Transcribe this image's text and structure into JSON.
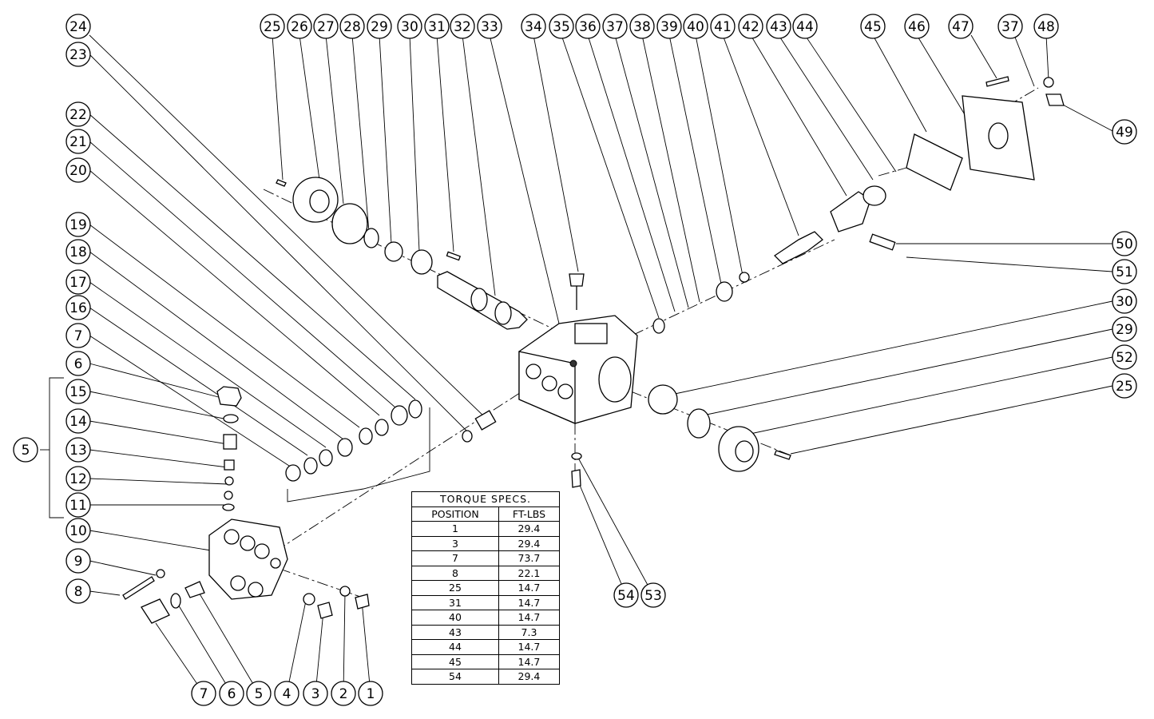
{
  "callouts": [
    "24",
    "23",
    "22",
    "21",
    "20",
    "19",
    "18",
    "17",
    "16",
    "7",
    "6",
    "15",
    "14",
    "13",
    "12",
    "11",
    "5",
    "10",
    "9",
    "8",
    "25",
    "26",
    "27",
    "28",
    "29",
    "30",
    "31",
    "32",
    "33",
    "34",
    "35",
    "36",
    "37",
    "38",
    "39",
    "40",
    "41",
    "42",
    "43",
    "44",
    "45",
    "46",
    "47",
    "37",
    "48",
    "49",
    "50",
    "51",
    "30",
    "29",
    "52",
    "25",
    "54",
    "53",
    "7",
    "6",
    "5",
    "4",
    "3",
    "2",
    "1"
  ],
  "torque_table": {
    "title": "TORQUE SPECS.",
    "headers": [
      "POSITION",
      "FT-LBS"
    ],
    "rows": [
      [
        "1",
        "29.4"
      ],
      [
        "3",
        "29.4"
      ],
      [
        "7",
        "73.7"
      ],
      [
        "8",
        "22.1"
      ],
      [
        "25",
        "14.7"
      ],
      [
        "31",
        "14.7"
      ],
      [
        "40",
        "14.7"
      ],
      [
        "43",
        "7.3"
      ],
      [
        "44",
        "14.7"
      ],
      [
        "45",
        "14.7"
      ],
      [
        "54",
        "29.4"
      ]
    ]
  }
}
